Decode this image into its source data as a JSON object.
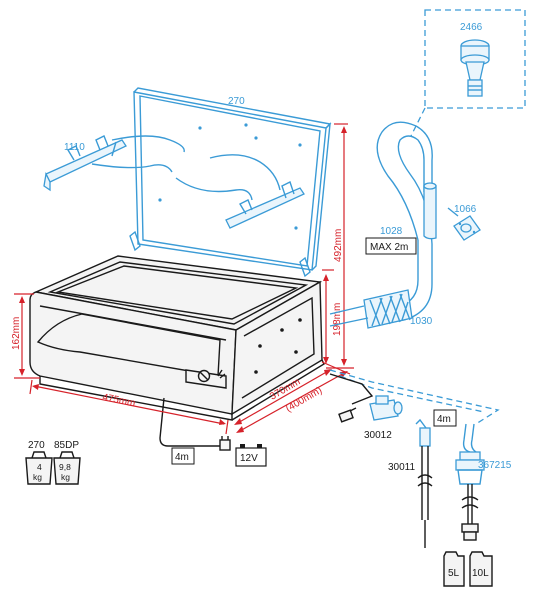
{
  "parts": {
    "p2466": "2466",
    "p270": "270",
    "p1110": "1110",
    "p1066": "1066",
    "p1028": "1028",
    "p1030": "1030",
    "p30012": "30012",
    "p30011": "30011",
    "p367215": "367215"
  },
  "dimensions": {
    "d492": "492mm",
    "d198": "198mm",
    "d162": "162mm",
    "d475": "475mm",
    "d370": "370mm",
    "d400": "(400mm)"
  },
  "boxes": {
    "max_hose": "MAX 2m",
    "cable_len": "4m",
    "hose_len": "4m",
    "voltage": "12V"
  },
  "weights": {
    "model_a": "270",
    "model_b": "85DP",
    "weight_a_num": "4",
    "weight_a_unit": "kg",
    "weight_b_num": "9,8",
    "weight_b_unit": "kg"
  },
  "tanks": {
    "small": "5L",
    "large": "10L"
  },
  "colors": {
    "accessory_blue": "#3b9bd6",
    "dimension_red": "#d6222a",
    "outline_black": "#1a1a1a"
  }
}
